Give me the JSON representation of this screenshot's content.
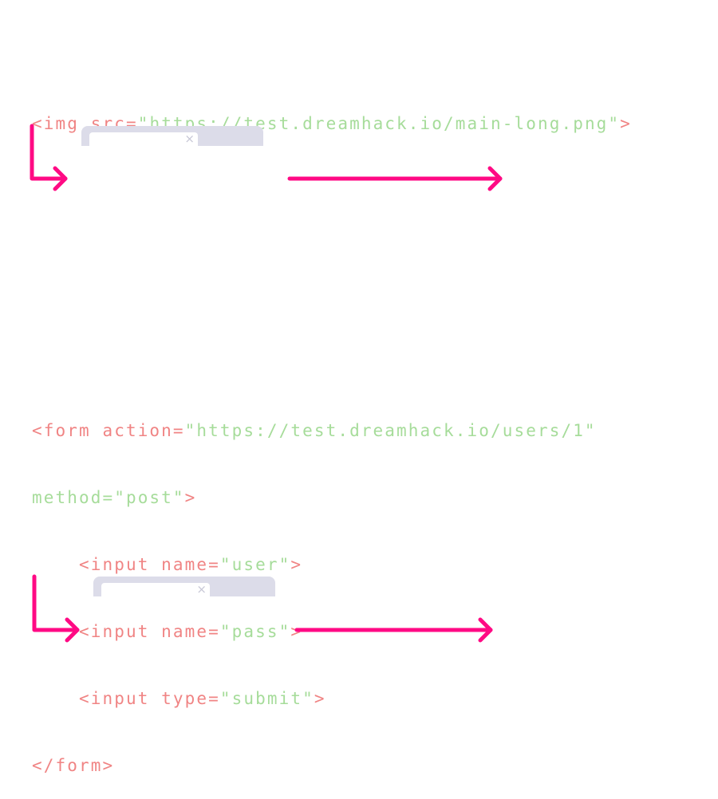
{
  "colors": {
    "tag": "#f08484",
    "string": "#a6dc9a",
    "arrow": "#ff0a84",
    "window_frame": "#dcdce9"
  },
  "img_snippet": {
    "open": "<img src=",
    "value": "\"https://test.dreamhack.io/main-long.png\"",
    "close": ">"
  },
  "form_snippet": {
    "line1_open": "<form action=",
    "line1_value": "\"https://test.dreamhack.io/users/1\"",
    "line2_attr": "method=",
    "line2_value": "\"post\"",
    "line2_close": ">",
    "line3_indent": "    ",
    "line3_open": "<input name=",
    "line3_value": "\"user\"",
    "line3_close": ">",
    "line4_indent": "    ",
    "line4_open": "<input name=",
    "line4_value": "\"pass\"",
    "line4_close": ">",
    "line5_indent": "    ",
    "line5_open": "<input type=",
    "line5_value": "\"submit\"",
    "line5_close": ">",
    "line6": "</form>"
  },
  "browser_tab": {
    "close_glyph": "×"
  }
}
